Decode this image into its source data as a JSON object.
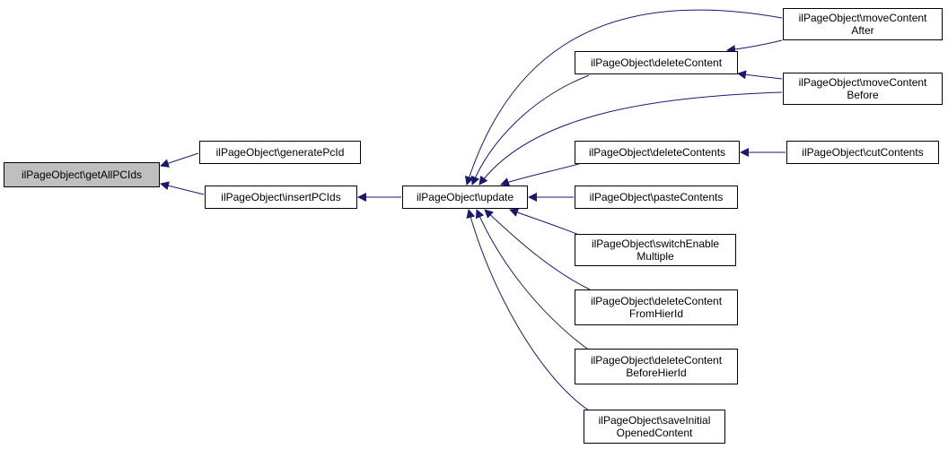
{
  "graph": {
    "edge_color": "#191970",
    "current_fill": "#bfbfbf",
    "nodes": {
      "getAllPCIds": {
        "lines": [
          "ilPageObject\\getAllPCIds"
        ]
      },
      "generatePcId": {
        "lines": [
          "ilPageObject\\generatePcId"
        ]
      },
      "insertPCIds": {
        "lines": [
          "ilPageObject\\insertPCIds"
        ]
      },
      "update": {
        "lines": [
          "ilPageObject\\update"
        ]
      },
      "deleteContent": {
        "lines": [
          "ilPageObject\\deleteContent"
        ]
      },
      "moveContentAfter": {
        "lines": [
          "ilPageObject\\moveContent",
          "After"
        ]
      },
      "moveContentBefore": {
        "lines": [
          "ilPageObject\\moveContent",
          "Before"
        ]
      },
      "deleteContents": {
        "lines": [
          "ilPageObject\\deleteContents"
        ]
      },
      "cutContents": {
        "lines": [
          "ilPageObject\\cutContents"
        ]
      },
      "pasteContents": {
        "lines": [
          "ilPageObject\\pasteContents"
        ]
      },
      "switchEnableMultiple": {
        "lines": [
          "ilPageObject\\switchEnable",
          "Multiple"
        ]
      },
      "deleteContentFromHierId": {
        "lines": [
          "ilPageObject\\deleteContent",
          "FromHierId"
        ]
      },
      "deleteContentBeforeHierId": {
        "lines": [
          "ilPageObject\\deleteContent",
          "BeforeHierId"
        ]
      },
      "saveInitialOpenedContent": {
        "lines": [
          "ilPageObject\\saveInitial",
          "OpenedContent"
        ]
      }
    }
  }
}
